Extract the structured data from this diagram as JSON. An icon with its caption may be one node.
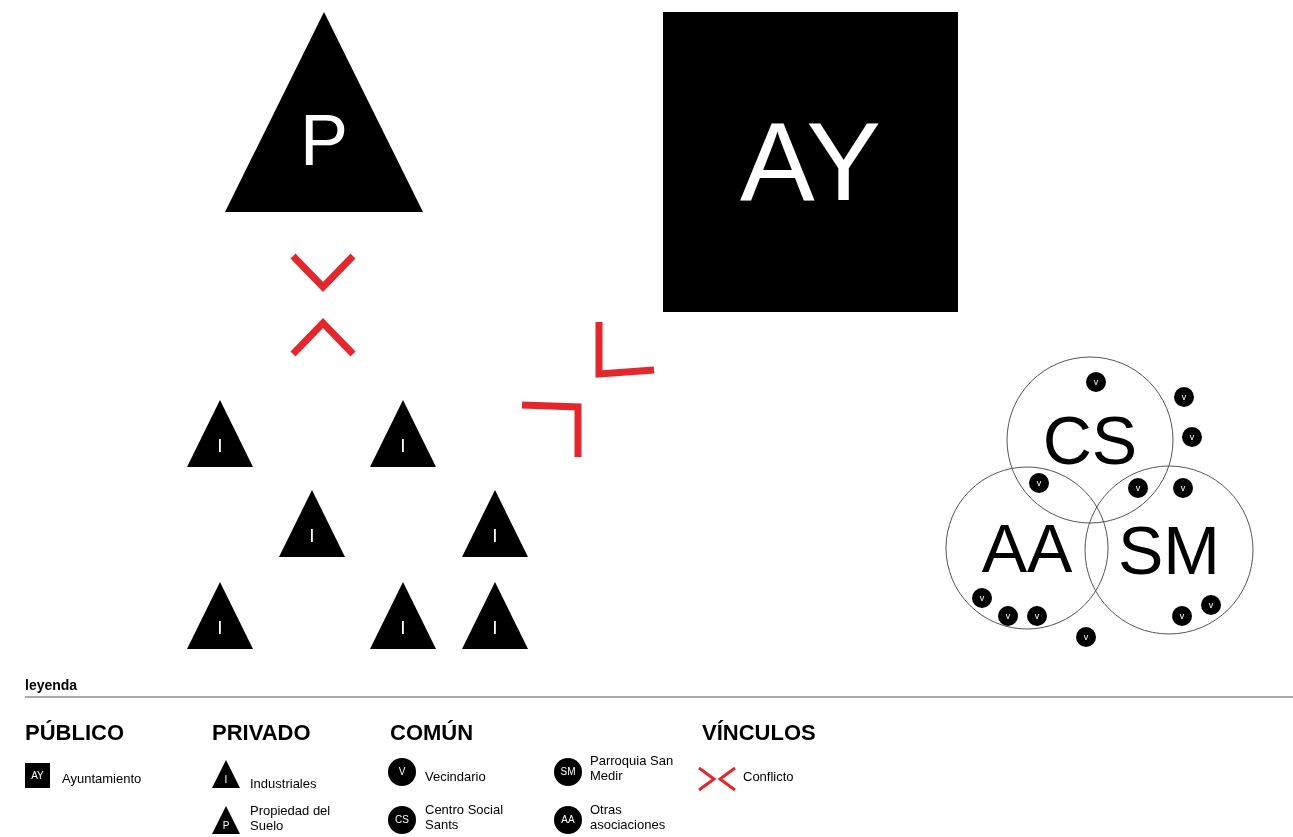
{
  "diagram": {
    "nodes": [
      {
        "text": [
          "P"
        ]
      },
      {
        "text": [
          "AY"
        ]
      },
      {
        "text": [
          "I"
        ]
      },
      {
        "text": [
          "I"
        ]
      },
      {
        "text": [
          "I"
        ]
      },
      {
        "text": [
          "I"
        ]
      },
      {
        "text": [
          "I"
        ]
      },
      {
        "text": [
          "I"
        ]
      },
      {
        "text": [
          "I"
        ]
      },
      {
        "text": [
          "CS"
        ]
      },
      {
        "text": [
          "AA"
        ]
      },
      {
        "text": [
          "SM"
        ]
      },
      {
        "text": [
          "v"
        ],
        "in": 9
      },
      {
        "text": [
          "v"
        ]
      },
      {
        "text": [
          "v"
        ]
      },
      {
        "text": [
          "v"
        ]
      },
      {
        "text": [
          "v"
        ]
      },
      {
        "text": [
          "v"
        ],
        "in": 11
      },
      {
        "text": [
          "v"
        ],
        "in": 10
      },
      {
        "text": [
          "v"
        ],
        "in": 10
      },
      {
        "text": [
          "v"
        ],
        "in": 10
      },
      {
        "text": [
          "v"
        ],
        "in": 11
      },
      {
        "text": [
          "v"
        ],
        "in": 11
      },
      {
        "text": [
          "v"
        ]
      }
    ],
    "labels": [
      "leyenda",
      "PÚBLICO",
      "PRIVADO",
      "COMÚN",
      "VÍNCULOS",
      "AY",
      "I",
      "P",
      "V",
      "CS",
      "SM",
      "AA"
    ],
    "legend": [
      {
        "text": "Ayuntamiento"
      },
      {
        "text": "Industriales"
      },
      {
        "text": "Propiedad del Suelo"
      },
      {
        "text": "Vecindario"
      },
      {
        "text": "Centro Social Sants"
      },
      {
        "text": "Parroquia San Medir"
      },
      {
        "text": "Otras asociaciones"
      },
      {
        "text": "Conflicto"
      }
    ]
  }
}
